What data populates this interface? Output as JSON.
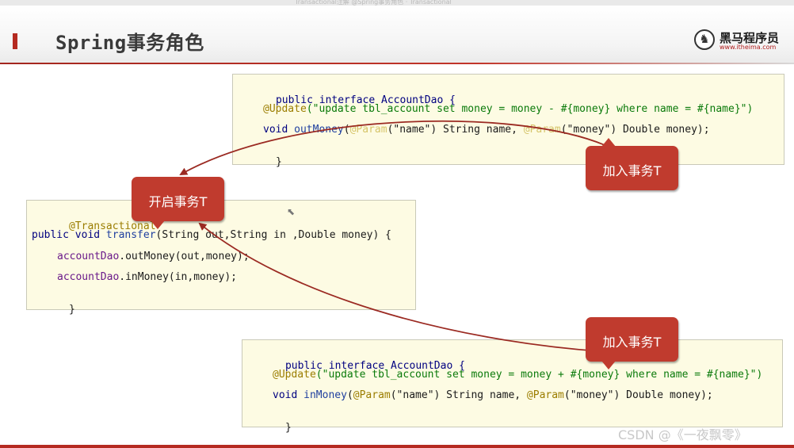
{
  "top_strip_text": "Transactional注解 @Spring事务角色 · Transactional",
  "slide": {
    "title": "Spring事务角色",
    "logo": {
      "name": "黑马程序员",
      "url": "www.itheima.com"
    }
  },
  "code_blocks": {
    "out_dao": {
      "lines": [
        [
          "public interface AccountDao {"
        ],
        [
          "@Update",
          "(\"update tbl_account set money = money - #{money} where name = #{name}\")"
        ],
        [
          "void ",
          "outMoney",
          "(",
          "@Param",
          "(\"name\") String name, ",
          "@Param",
          "(\"money\") Double money);"
        ],
        [
          "}"
        ]
      ]
    },
    "service": {
      "lines": [
        [
          "@Transactional"
        ],
        [
          "public void ",
          "transfer",
          "(String out,String in ,Double money) {"
        ],
        [
          "accountDao",
          ".outMoney(out,money);"
        ],
        [
          "accountDao",
          ".inMoney(in,money);"
        ],
        [
          "}"
        ]
      ]
    },
    "in_dao": {
      "lines": [
        [
          "public interface AccountDao {"
        ],
        [
          "@Update",
          "(\"update tbl_account set money = money + #{money} where name = #{name}\")"
        ],
        [
          "void ",
          "inMoney",
          "(",
          "@Param",
          "(\"name\") String name, ",
          "@Param",
          "(\"money\") Double money);"
        ],
        [
          "}"
        ]
      ]
    }
  },
  "callouts": {
    "start_transaction": "开启事务T",
    "join_transaction_out": "加入事务T",
    "join_transaction_in": "加入事务T"
  },
  "colors": {
    "accent_red": "#c03b2e",
    "code_background": "#fdfbe3",
    "arrow": "#9b2a22"
  },
  "watermark": "CSDN @《一夜飘零》"
}
